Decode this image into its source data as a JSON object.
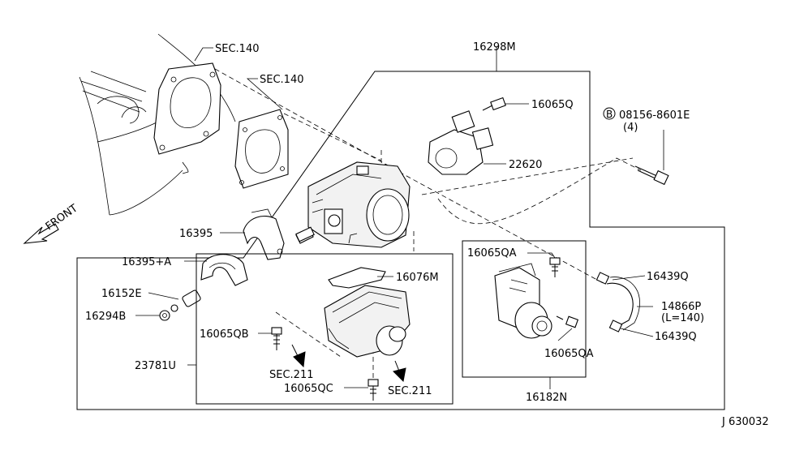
{
  "colors": {
    "ink": "#000000",
    "paper": "#ffffff"
  },
  "labels": {
    "sec140_a": "SEC.140",
    "sec140_b": "SEC.140",
    "p16298M": "16298M",
    "p16065Q": "16065Q",
    "p22620": "22620",
    "b_circle": "B",
    "p08156": "08156-8601E",
    "qty4": "(4)",
    "front": "FRONT",
    "p16395": "16395",
    "p16395A": "16395+A",
    "p16152E": "16152E",
    "p16294B": "16294B",
    "p16076M": "16076M",
    "p16065QB": "16065QB",
    "p23781U": "23781U",
    "sec211_a": "SEC.211",
    "p16065QC": "16065QC",
    "sec211_b": "SEC.211",
    "p16065QA_top": "16065QA",
    "p16065QA_bot": "16065QA",
    "p16182N": "16182N",
    "p16439Q_top": "16439Q",
    "p14866P": "14866P",
    "len140": "(L=140)",
    "p16439Q_bot": "16439Q",
    "ref": "J 630032"
  }
}
